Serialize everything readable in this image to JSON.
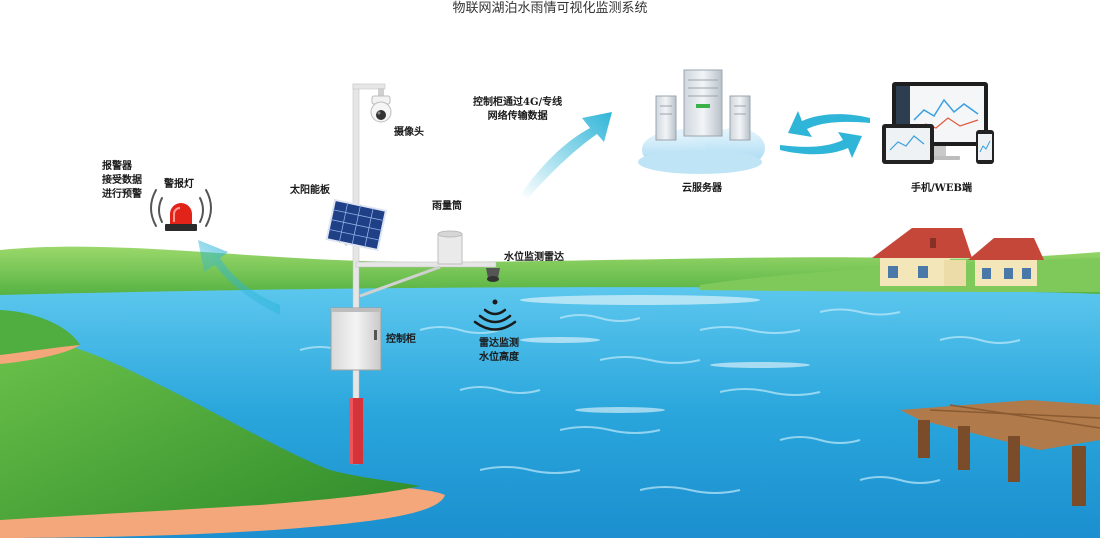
{
  "title": "物联网湖泊水雨情可视化监测系统",
  "labels": {
    "alarm_desc": "报警器\n接受数据\n进行预警",
    "alarm_light": "警报灯",
    "solar_panel": "太阳能板",
    "camera": "摄像头",
    "rain_gauge": "雨量筒",
    "water_radar": "水位监测雷达",
    "control_box": "控制柜",
    "radar_measure": "雷达监测\n水位高度",
    "transmission": "控制柜通过4G/专线\n网络传输数据",
    "cloud_server": "云服务器",
    "terminals": "手机/WEB端"
  },
  "colors": {
    "water": "#2aa6dc",
    "water_light": "#7fd4f2",
    "grass": "#54b848",
    "arrow": "#2fb5d8",
    "pole": "#e6e6e6",
    "alarm_red": "#e2231a"
  }
}
